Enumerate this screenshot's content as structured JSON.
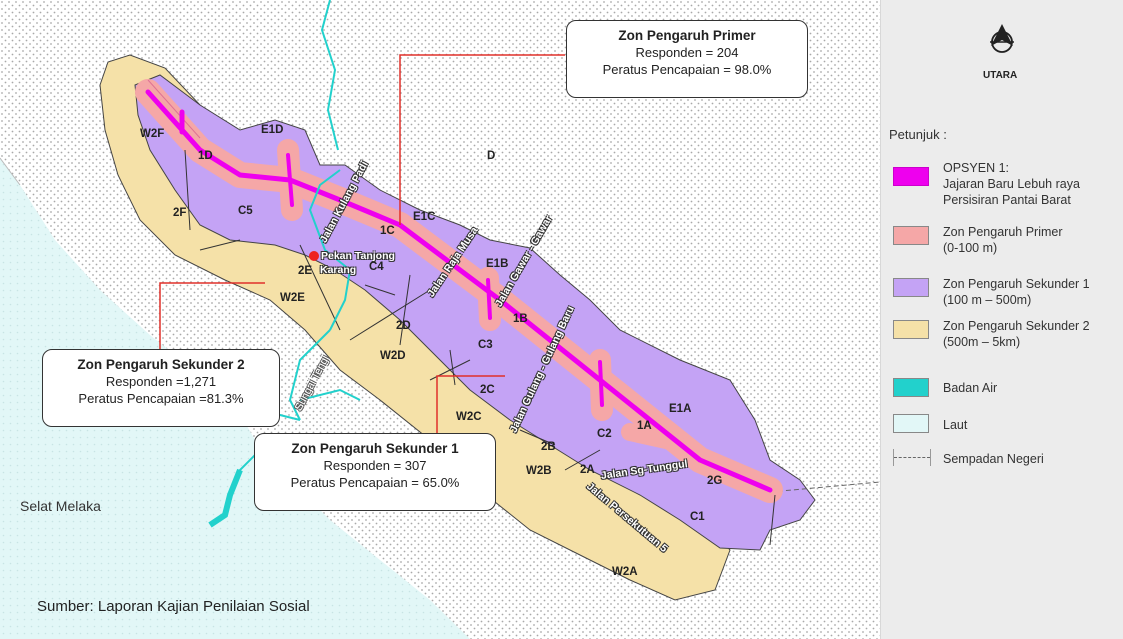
{
  "callouts": {
    "primer": {
      "title": "Zon Pengaruh Primer",
      "line1": "Responden = 204",
      "line2": "Peratus Pencapaian = 98.0%"
    },
    "sekunder2": {
      "title": "Zon Pengaruh Sekunder 2",
      "line1": "Responden =1,271",
      "line2": "Peratus Pencapaian =81.3%"
    },
    "sekunder1": {
      "title": "Zon Pengaruh Sekunder 1",
      "line1": "Responden = 307",
      "line2": "Peratus Pencapaian = 65.0%"
    }
  },
  "zones": {
    "W2F": "W2F",
    "1D": "1D",
    "E1D": "E1D",
    "D": "D",
    "2F": "2F",
    "C5": "C5",
    "E1C": "E1C",
    "1C": "1C",
    "C4": "C4",
    "2E": "2E",
    "W2E": "W2E",
    "E1B": "E1B",
    "1B": "1B",
    "2D": "2D",
    "C3": "C3",
    "W2D": "W2D",
    "2C": "2C",
    "W2C": "W2C",
    "E1A": "E1A",
    "1A": "1A",
    "C2": "C2",
    "2B": "2B",
    "W2B": "W2B",
    "2A": "2A",
    "2G": "2G",
    "C1": "C1",
    "W2A": "W2A"
  },
  "roads": {
    "kuang_padi": "Jalan Kulang Padi",
    "raja_musa": "Jalan Raja Musa",
    "gawar": "Jalan Gawar - Gawar",
    "gulang": "Jalan Gulang - Gulang Baru",
    "sg_tunggul": "Jalan Sg-Tunggul",
    "persekutuan": "Jalan Persekutuan 5"
  },
  "places": {
    "pekan_a": "Pekan Tanjong",
    "pekan_b": "Karang",
    "sungai": "Sungai Tengi",
    "selat": "Selat Melaka",
    "source": "Sumber: Laporan Kajian Penilaian Sosial"
  },
  "legend": {
    "north": "UTARA",
    "heading": "Petunjuk :",
    "items": [
      {
        "color": "#ee00ee",
        "lines": [
          "OPSYEN 1:",
          "Jajaran Baru Lebuh raya",
          "Persisiran Pantai Barat"
        ]
      },
      {
        "color": "#f5a7a7",
        "lines": [
          "Zon Pengaruh Primer",
          "(0-100 m)"
        ]
      },
      {
        "color": "#c4a3f5",
        "lines": [
          "Zon Pengaruh Sekunder 1",
          "(100 m – 500m)"
        ]
      },
      {
        "color": "#f5e1a8",
        "lines": [
          "Zon Pengaruh Sekunder 2",
          "(500m – 5km)"
        ]
      },
      {
        "color": "#22d1cc",
        "lines": [
          "Badan Air"
        ]
      },
      {
        "color": "#e2f7f7",
        "lines": [
          "Laut"
        ]
      },
      {
        "color": "dashed",
        "lines": [
          "Sempadan Negeri"
        ]
      }
    ]
  },
  "colors": {
    "highway": "#ee00ee",
    "primer": "#f5a7a7",
    "sekunder1": "#c4a3f5",
    "sekunder2": "#f5e1a8",
    "water": "#22d1cc",
    "sea": "#e2f7f7",
    "callout_line": "#e0302a",
    "town": "#e22"
  }
}
